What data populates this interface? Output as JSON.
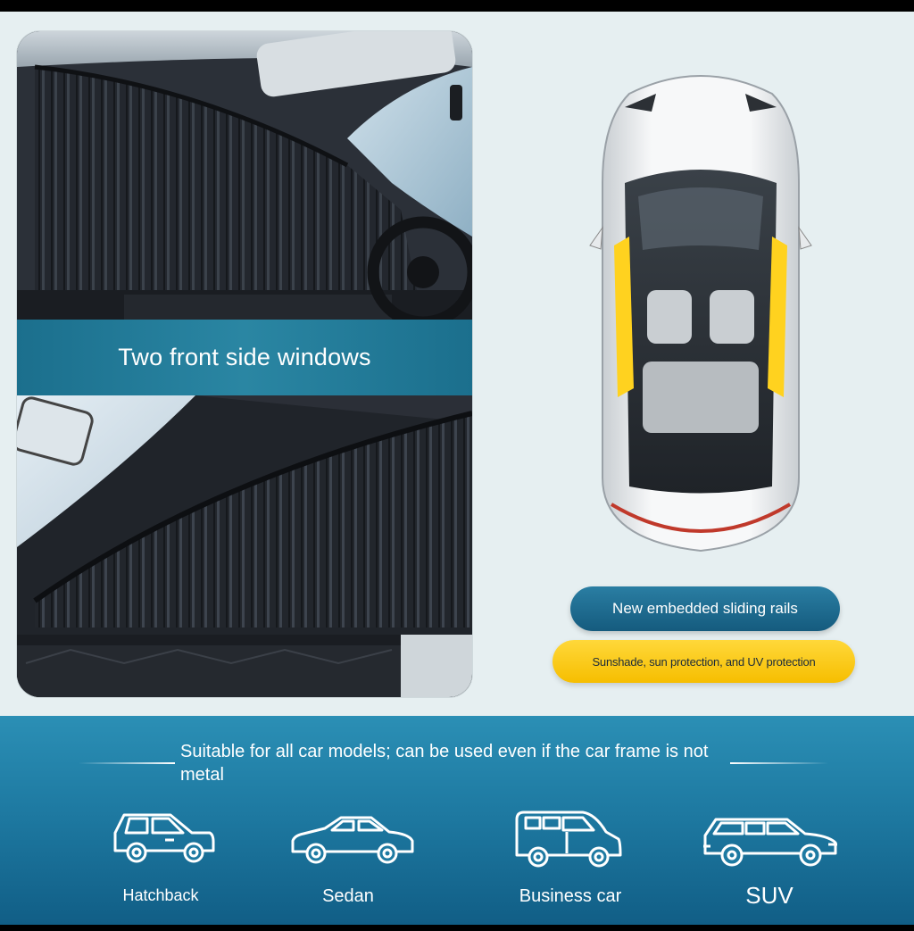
{
  "photo_caption": "Two front side windows",
  "rails_label": "New embedded sliding rails",
  "protection_label": "Sunshade, sun protection, and UV protection",
  "suitability_text": "Suitable for all car models; can be used even if the car frame is not metal",
  "car_types": [
    {
      "label": "Hatchback",
      "icon": "hatchback-icon"
    },
    {
      "label": "Sedan",
      "icon": "sedan-icon"
    },
    {
      "label": "Business car",
      "icon": "business-car-icon"
    },
    {
      "label": "SUV",
      "icon": "suv-icon"
    }
  ],
  "colors": {
    "page_background": "#e6eff1",
    "brand_blue": "#1b6f8d",
    "accent_yellow": "#f6be00",
    "curtain_black": "#1e2229"
  }
}
